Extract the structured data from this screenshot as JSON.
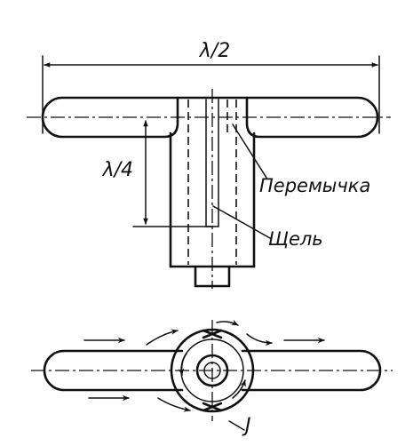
{
  "labels": {
    "half_wave": "λ/2",
    "quarter_wave": "λ/4",
    "bridge": "Перемычка",
    "slot": "Щель",
    "current": "J"
  }
}
